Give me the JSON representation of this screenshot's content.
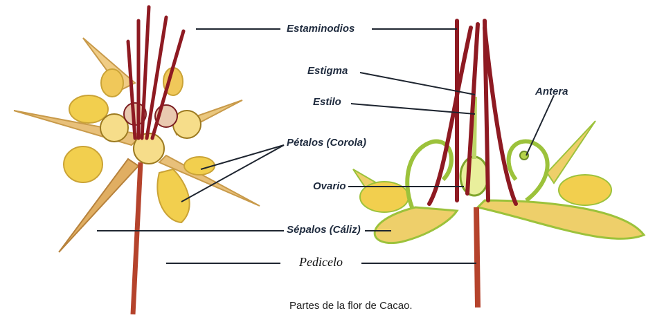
{
  "labels": {
    "estaminodios": "Estaminodios",
    "estigma": "Estigma",
    "estilo": "Estilo",
    "antera": "Antera",
    "petalos": "Pétalos (Corola)",
    "ovario": "Ovario",
    "sepalos": "Sépalos (Cáliz)",
    "pedicelo": "Pedicelo"
  },
  "caption": "Partes de la flor de Cacao.",
  "colors": {
    "stem": "#b5432c",
    "stamen": "#8e1a22",
    "petal_yellow": "#f2cf4e",
    "sepal": "#e2b56a",
    "green": "#9cc23b",
    "leader": "#1e2530"
  }
}
